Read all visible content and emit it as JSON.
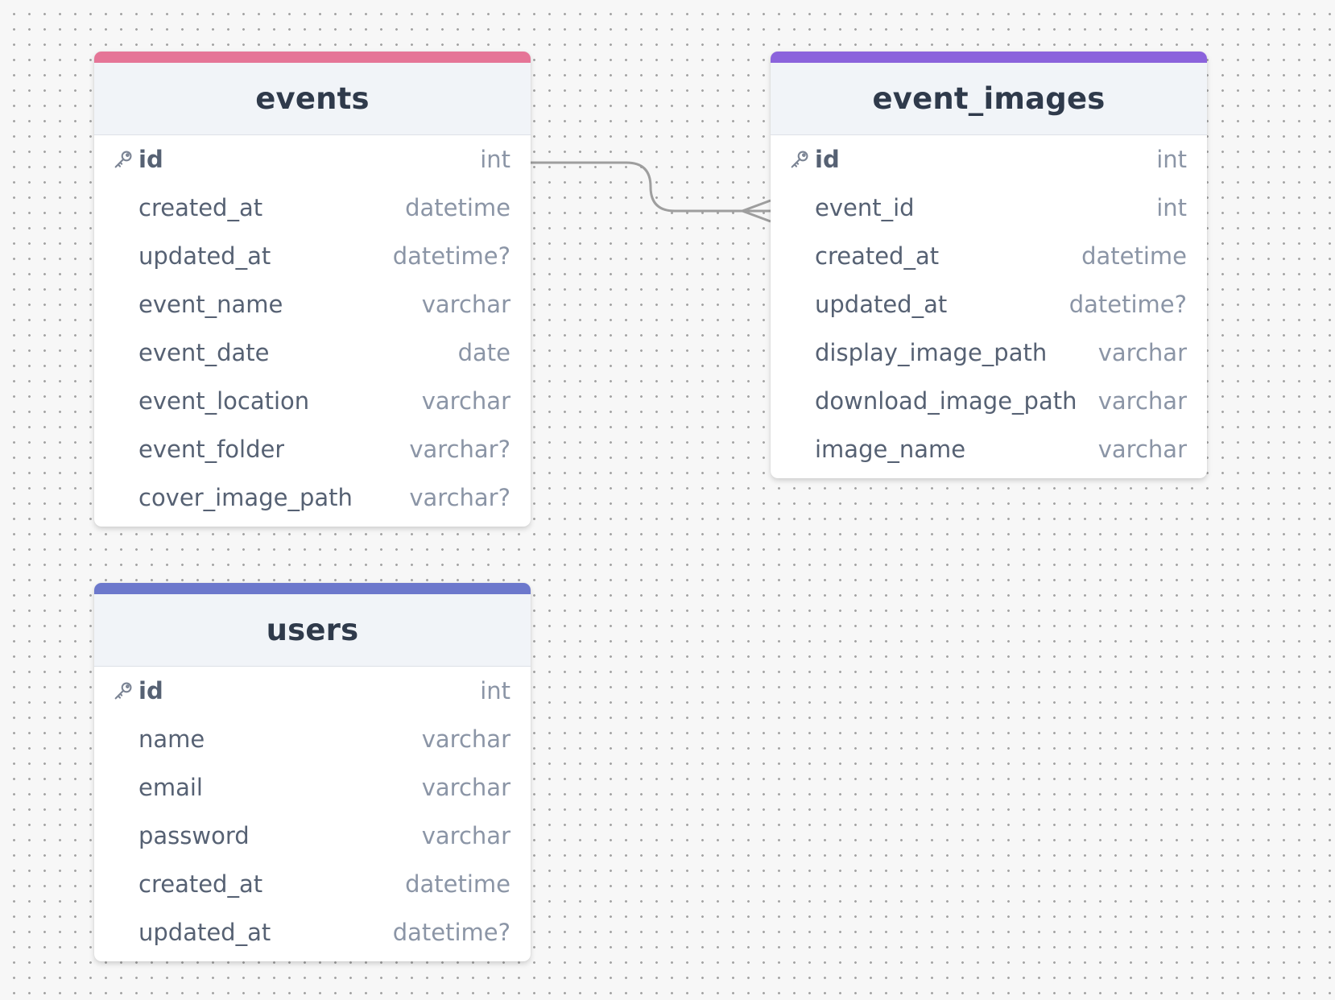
{
  "colors": {
    "events_accent": "#e57597",
    "event_images_accent": "#8b63dc",
    "users_accent": "#6c78cc",
    "connector": "#9e9e9e"
  },
  "tables": {
    "events": {
      "name": "events",
      "fields": [
        {
          "name": "id",
          "type": "int",
          "pk": true
        },
        {
          "name": "created_at",
          "type": "datetime"
        },
        {
          "name": "updated_at",
          "type": "datetime?"
        },
        {
          "name": "event_name",
          "type": "varchar"
        },
        {
          "name": "event_date",
          "type": "date"
        },
        {
          "name": "event_location",
          "type": "varchar"
        },
        {
          "name": "event_folder",
          "type": "varchar?"
        },
        {
          "name": "cover_image_path",
          "type": "varchar?"
        }
      ]
    },
    "event_images": {
      "name": "event_images",
      "fields": [
        {
          "name": "id",
          "type": "int",
          "pk": true
        },
        {
          "name": "event_id",
          "type": "int"
        },
        {
          "name": "created_at",
          "type": "datetime"
        },
        {
          "name": "updated_at",
          "type": "datetime?"
        },
        {
          "name": "display_image_path",
          "type": "varchar"
        },
        {
          "name": "download_image_path",
          "type": "varchar"
        },
        {
          "name": "image_name",
          "type": "varchar"
        }
      ]
    },
    "users": {
      "name": "users",
      "fields": [
        {
          "name": "id",
          "type": "int",
          "pk": true
        },
        {
          "name": "name",
          "type": "varchar"
        },
        {
          "name": "email",
          "type": "varchar"
        },
        {
          "name": "password",
          "type": "varchar"
        },
        {
          "name": "created_at",
          "type": "datetime"
        },
        {
          "name": "updated_at",
          "type": "datetime?"
        }
      ]
    }
  },
  "relations": [
    {
      "from_table": "events",
      "from_field": "id",
      "to_table": "event_images",
      "to_field": "event_id",
      "cardinality": "one-to-many",
      "icon": "crows-foot-icon"
    }
  ]
}
